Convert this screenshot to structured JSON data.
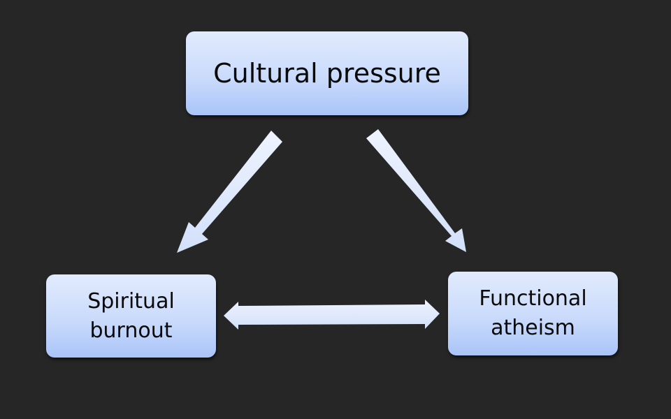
{
  "diagram": {
    "nodes": [
      {
        "id": "cultural-pressure",
        "lines": [
          "Cultural pressure"
        ]
      },
      {
        "id": "spiritual-burnout",
        "lines": [
          "Spiritual",
          "burnout"
        ]
      },
      {
        "id": "functional-atheism",
        "lines": [
          "Functional",
          "atheism"
        ]
      }
    ],
    "edges": [
      {
        "from": "cultural-pressure",
        "to": "spiritual-burnout",
        "direction": "one-way"
      },
      {
        "from": "cultural-pressure",
        "to": "functional-atheism",
        "direction": "one-way"
      },
      {
        "from": "spiritual-burnout",
        "to": "functional-atheism",
        "direction": "two-way"
      }
    ],
    "colors": {
      "background": "#262626",
      "node_fill_top": "#e2ebfd",
      "node_fill_bottom": "#a9c4f8",
      "arrow_fill": "#dde7fb",
      "text": "#0a0a0a"
    }
  }
}
